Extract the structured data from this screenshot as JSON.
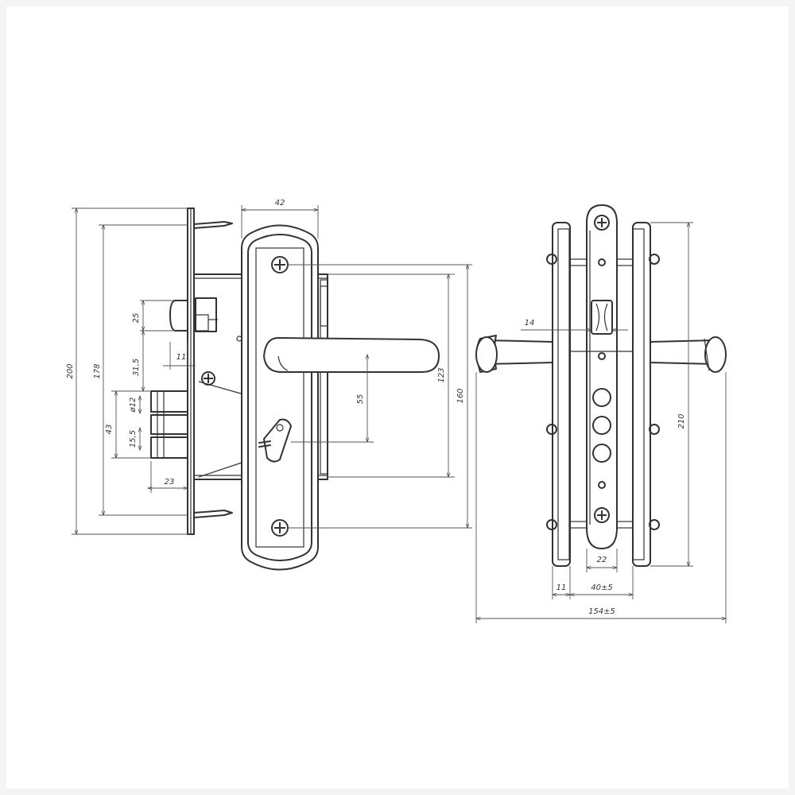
{
  "dimensions": {
    "overall_height": "200",
    "strike_height": "178",
    "latch_height": "25",
    "latch_depth": "11",
    "latch_to_bolts": "31,5",
    "bolt_block": "43",
    "bolt_diameter": "ø12",
    "bolt_spacing": "15,5",
    "bolt_projection": "23",
    "plate_width": "42",
    "handle_to_key": "55",
    "lock_body_height": "123",
    "plate_hole_spacing": "160",
    "spindle_square": "14",
    "side_plate_height": "210",
    "face_width": "22",
    "face_offset": "11",
    "door_thickness": "40±5",
    "handle_span": "154±5"
  }
}
